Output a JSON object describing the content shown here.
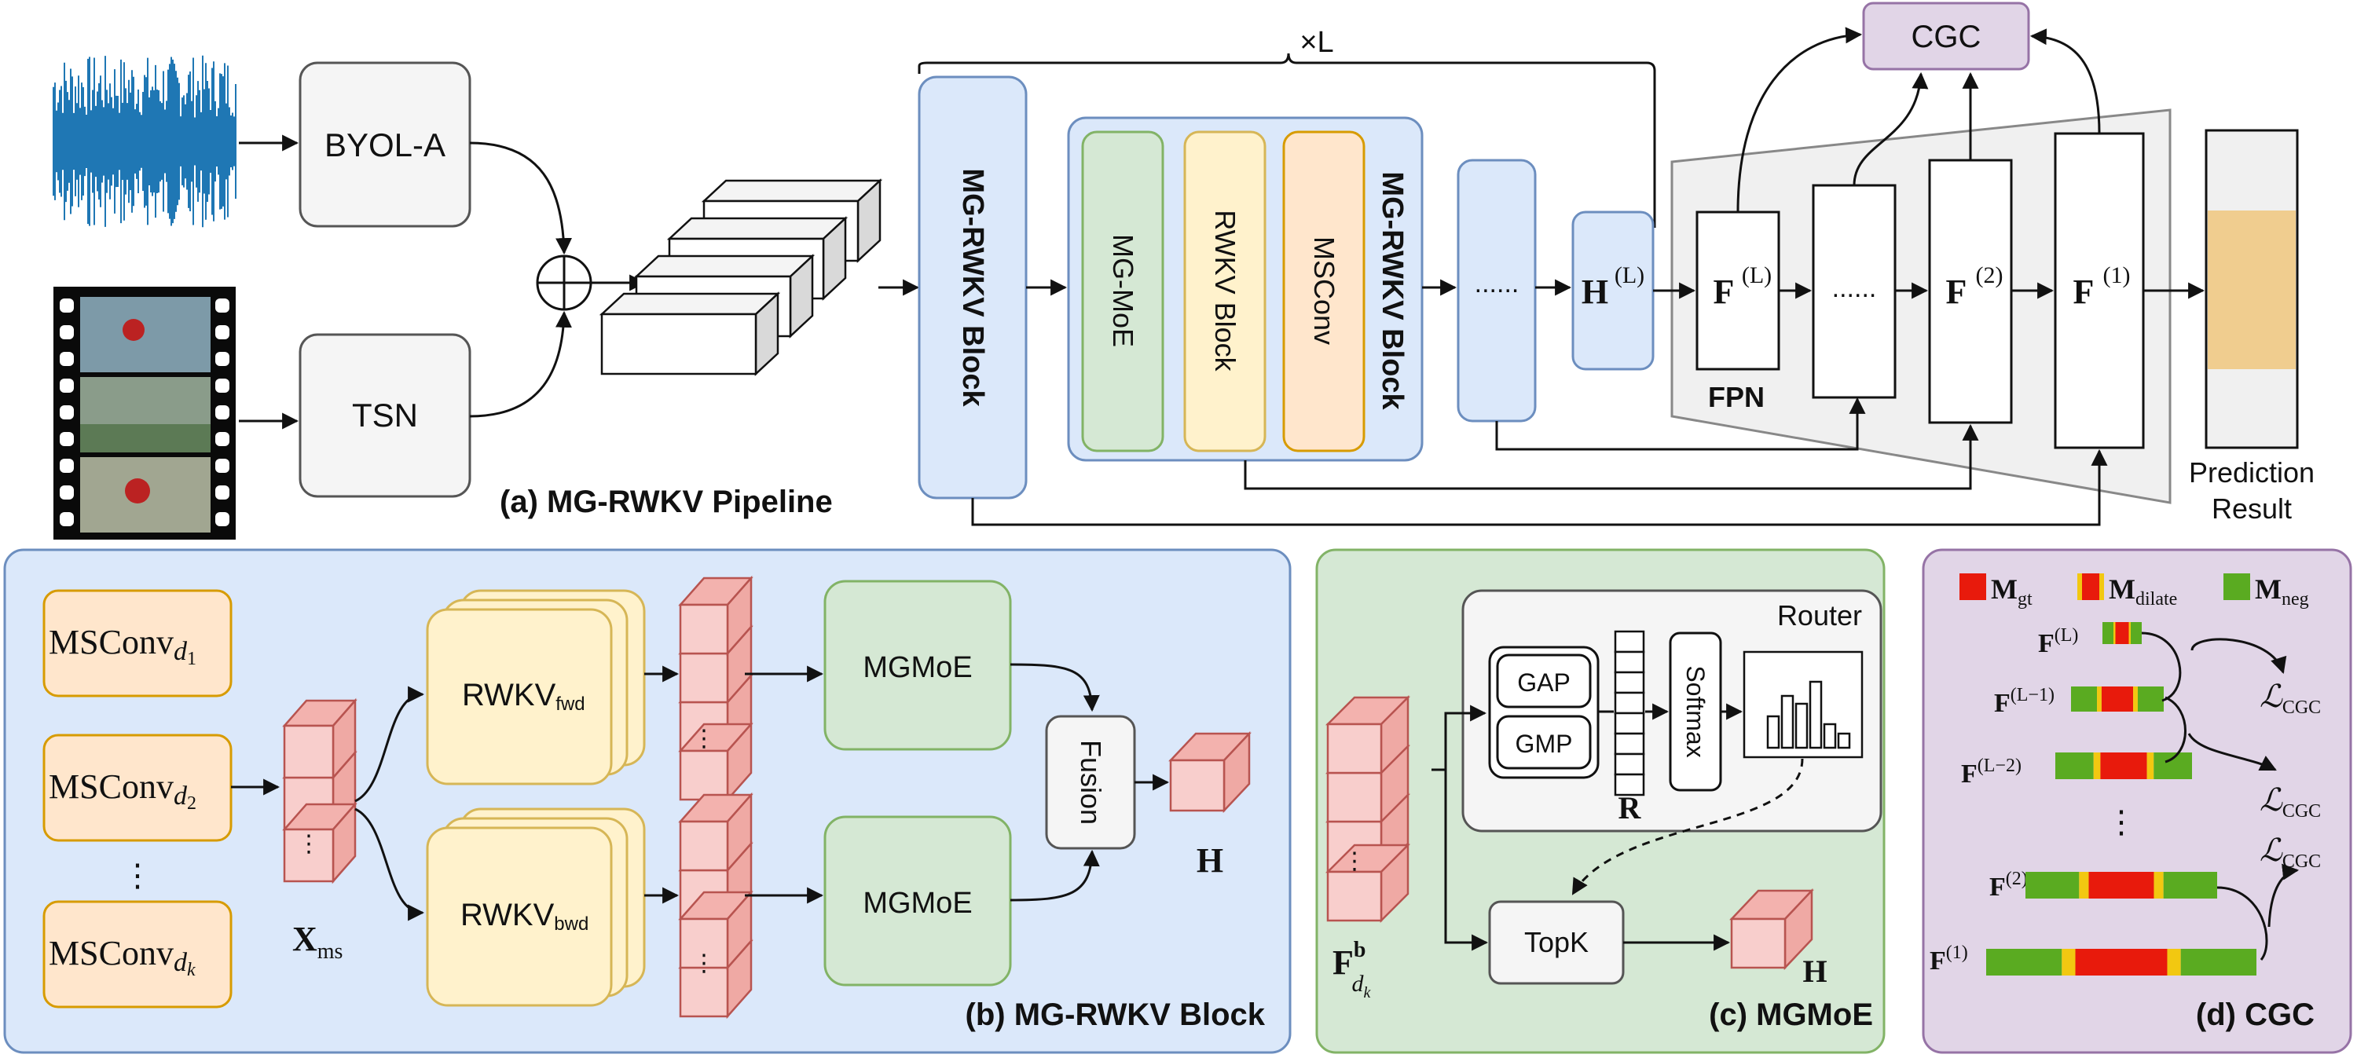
{
  "colors": {
    "blue_panel": "#dbe8fa",
    "blue_border": "#6c8ebf",
    "green_panel": "#d5e8d4",
    "green_border": "#82b366",
    "purple_panel": "#e1d5e7",
    "purple_border": "#9673a6",
    "yellow_box": "#fff2cc",
    "yellow_border": "#d6b656",
    "orange_box": "#ffe6cc",
    "orange_border": "#d79b00",
    "red_cube": "#f8cecc",
    "red_border": "#b85450",
    "gray_box": "#f5f5f5",
    "gray_border": "#666666",
    "waveform": "#1f77b4",
    "mask_gt": "#e81a0c",
    "mask_dilate": "#f2c811",
    "mask_neg": "#5aab21",
    "prediction": "#f0cd8f"
  },
  "pipeline": {
    "byol": "BYOL-A",
    "tsn": "TSN",
    "repeat_label": "×L",
    "mgrwkv_block_v": "MG-RWKV Block",
    "inner_mgmoe": "MG-MoE",
    "inner_rwkv": "RWKV Block",
    "inner_msconv": "MSConv",
    "inner_label": "MG-RWKV Block",
    "ellipsis": "......",
    "h_label": "H",
    "h_sup": "(L)",
    "f_label": "F",
    "fL_sup": "(L)",
    "f2_sup": "(2)",
    "f1_sup": "(1)",
    "cgc": "CGC",
    "fpn": "FPN",
    "prediction_line1": "Prediction",
    "prediction_line2": "Result",
    "caption": "(a) MG-RWKV Pipeline"
  },
  "block": {
    "msconv": "MSConv",
    "d1": "d",
    "d1_sub": "1",
    "d2_sub": "2",
    "dk_sub": "k",
    "vdots": "⋮",
    "xms": "X",
    "xms_sub": "ms",
    "rwkv": "RWKV",
    "fwd": "fwd",
    "bwd": "bwd",
    "mgmoe": "MGMoE",
    "fusion": "Fusion",
    "h": "H",
    "caption": "(b) MG-RWKV Block"
  },
  "moe": {
    "router": "Router",
    "gap": "GAP",
    "gmp": "GMP",
    "softmax": "Softmax",
    "r": "R",
    "topk": "TopK",
    "f": "F",
    "f_sup": "b",
    "f_sub": "d",
    "f_subsub": "k",
    "h": "H",
    "caption": "(c) MGMoE"
  },
  "cgc": {
    "m": "M",
    "gt": "gt",
    "dilate": "dilate",
    "neg": "neg",
    "fL": "(L)",
    "fL1": "(L−1)",
    "fL2": "(L−2)",
    "f2": "(2)",
    "f1": "(1)",
    "loss": "ℒ",
    "loss_sub": "CGC",
    "caption": "(d) CGC"
  }
}
